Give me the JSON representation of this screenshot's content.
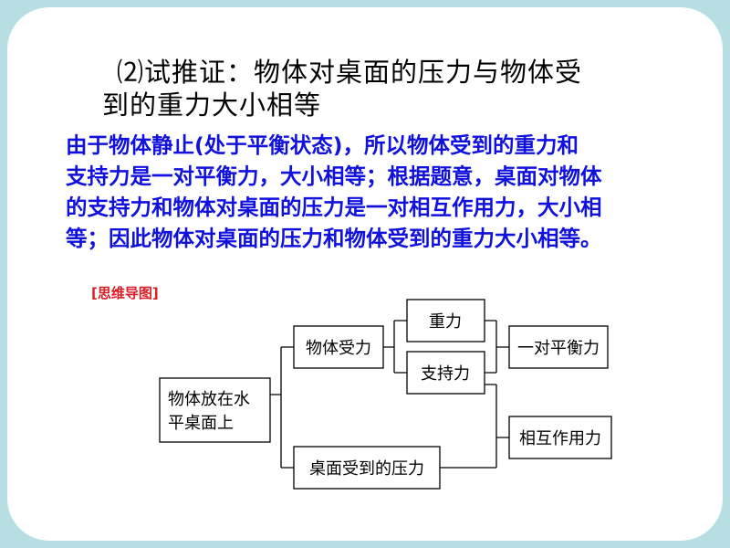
{
  "title": {
    "line1": "⑵试推证：物体对桌面的压力与物体受",
    "line2": "到的重力大小相等"
  },
  "body_lines": [
    "由于物体静止(处于平衡状态)，所以物体受到的重力和",
    "支持力是一对平衡力，大小相等；根据题意，桌面对物体",
    "的支持力和物体对桌面的压力是一对相互作用力，大小相",
    "等；因此物体对桌面的压力和物体受到的重力大小相等。"
  ],
  "mindmap_label": "[思维导图]",
  "diagram": {
    "root": {
      "line1": "物体放在水",
      "line2": "平桌面上"
    },
    "force_on_object": "物体受力",
    "gravity": "重力",
    "support_force": "支持力",
    "balanced_pair": "一对平衡力",
    "table_pressure": "桌面受到的压力",
    "interaction": "相互作用力"
  },
  "colors": {
    "frame": "#b7dee3",
    "body_text": "#1111dd",
    "label": "#d81f26"
  }
}
